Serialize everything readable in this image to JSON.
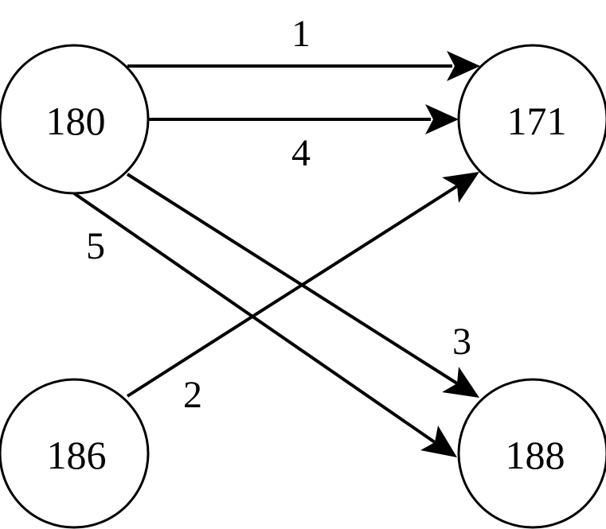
{
  "nodes": [
    {
      "id": "n180",
      "label": "180"
    },
    {
      "id": "n171",
      "label": "171"
    },
    {
      "id": "n186",
      "label": "186"
    },
    {
      "id": "n188",
      "label": "188"
    }
  ],
  "edges": [
    {
      "from": "180",
      "to": "171",
      "label": "1"
    },
    {
      "from": "180",
      "to": "171",
      "label": "4"
    },
    {
      "from": "180",
      "to": "188",
      "label": "3"
    },
    {
      "from": "180",
      "to": "188",
      "label": "5"
    },
    {
      "from": "186",
      "to": "171",
      "label": "2"
    }
  ]
}
